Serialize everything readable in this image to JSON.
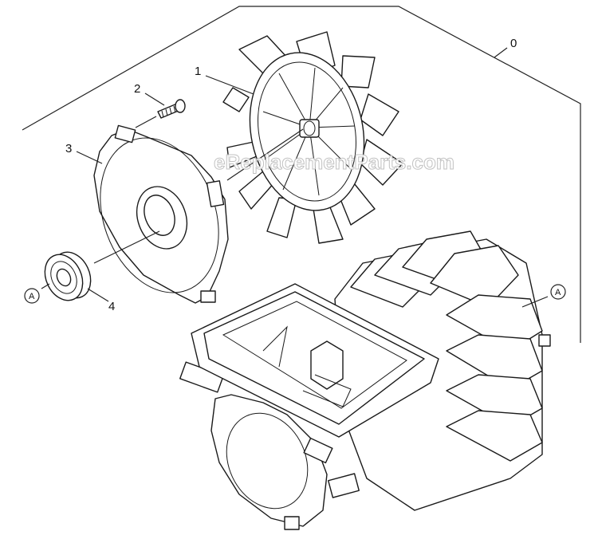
{
  "diagram": {
    "callouts": {
      "assembly": "0",
      "fan": "1",
      "screw": "2",
      "end_shield": "3",
      "bearing": "4"
    },
    "reference_marks": {
      "bearing_ref": "A",
      "housing_ref": "A"
    },
    "watermark": "eReplacementParts.com"
  }
}
